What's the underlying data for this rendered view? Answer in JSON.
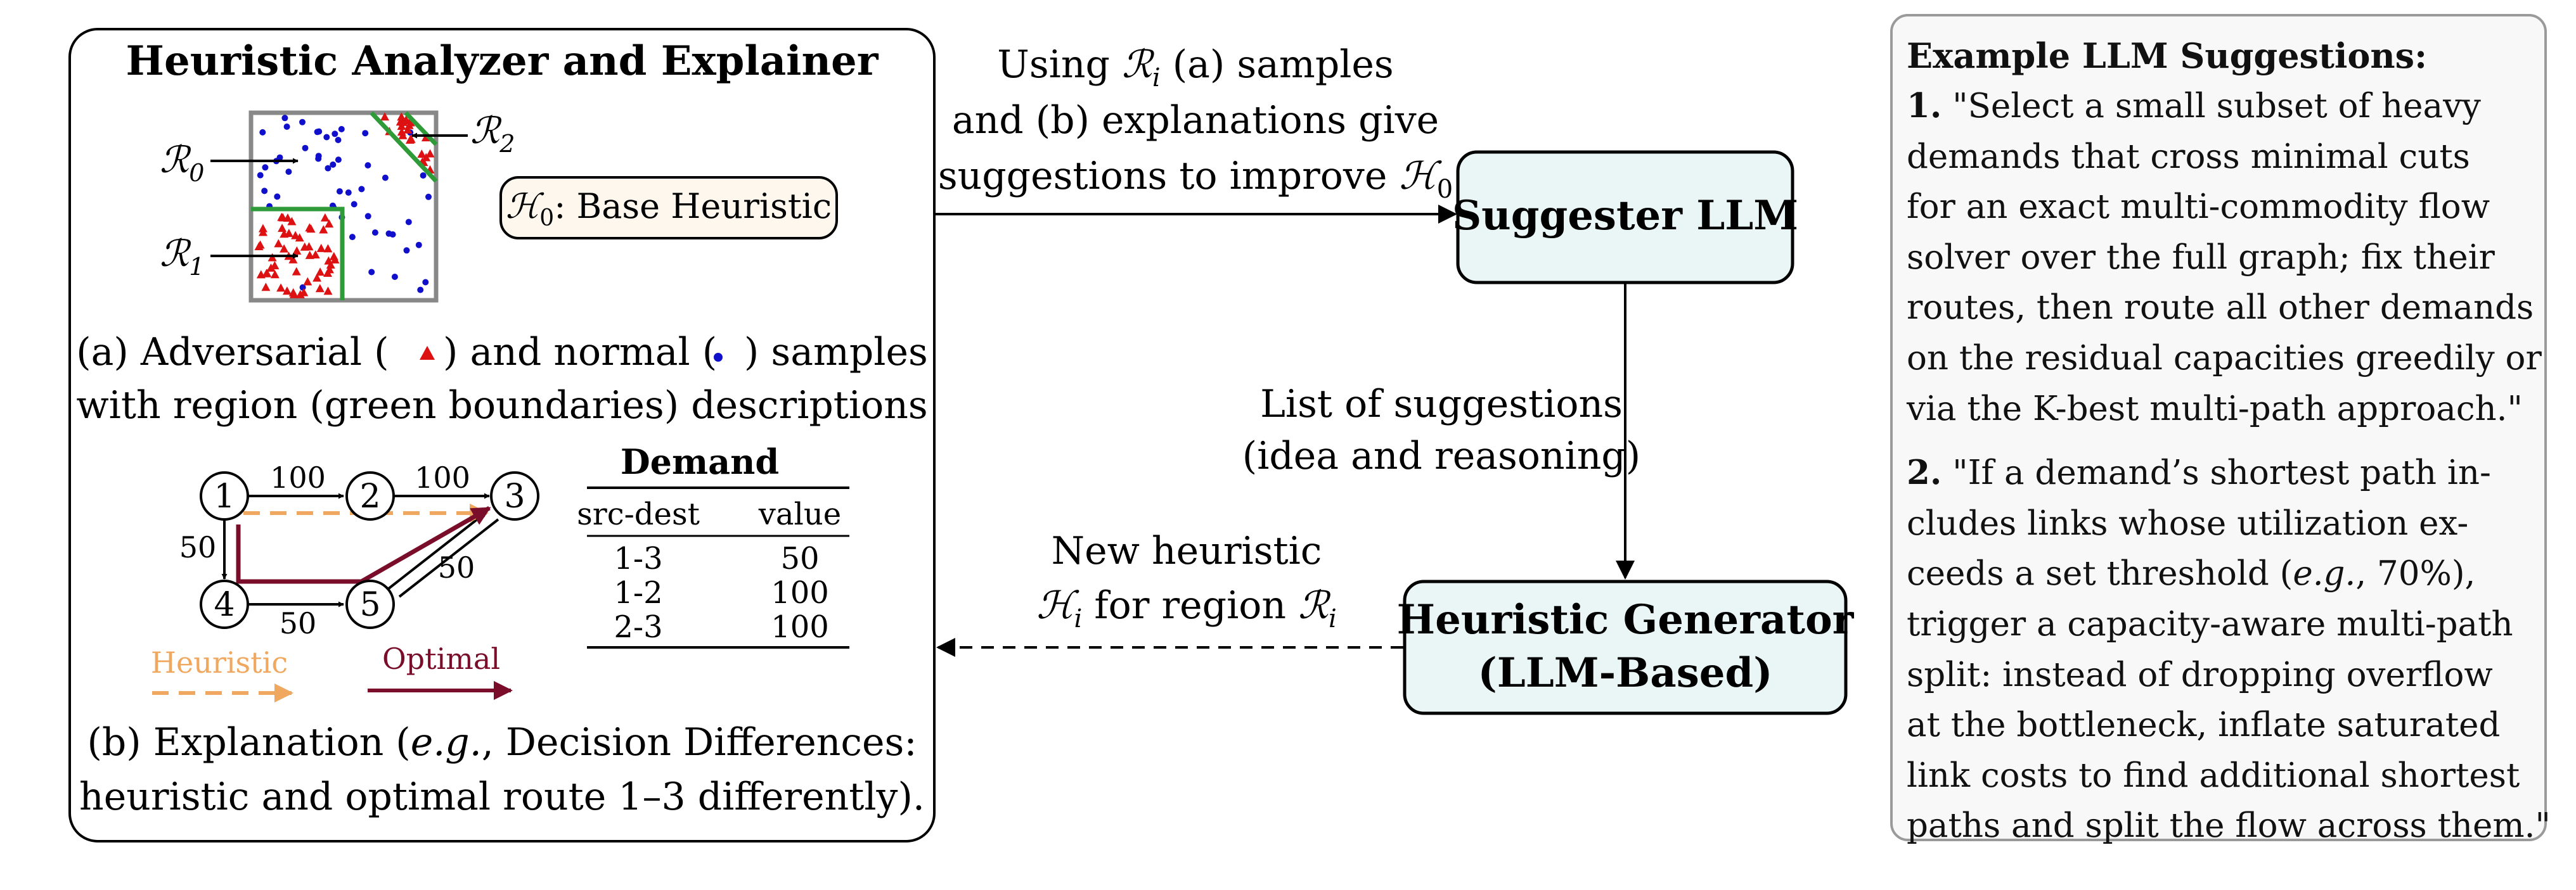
{
  "analyzer": {
    "title": "Heuristic Analyzer and Explainer",
    "r0": "ℛ",
    "r0_sub": "0",
    "r1": "ℛ",
    "r1_sub": "1",
    "r2": "ℛ",
    "r2_sub": "2",
    "base_heuristic": "ℋ",
    "base_heuristic_sub": "0",
    "base_heuristic_text": ": Base Heuristic",
    "caption_a_line1_pre": "(a) Adversarial (",
    "caption_a_line1_mid": ") and normal (",
    "caption_a_line1_post": ") samples",
    "caption_a_line2": "with region (green boundaries) descriptions",
    "graph": {
      "nodes": [
        "1",
        "2",
        "3",
        "4",
        "5"
      ],
      "edge_labels": [
        "100",
        "100",
        "50",
        "50",
        "50"
      ],
      "legend_heuristic": "Heuristic",
      "legend_optimal": "Optimal"
    },
    "demand_table": {
      "title": "Demand",
      "headers": [
        "src-dest",
        "value"
      ],
      "rows": [
        [
          "1-3",
          "50"
        ],
        [
          "1-2",
          "100"
        ],
        [
          "2-3",
          "100"
        ]
      ]
    },
    "caption_b_line1_pre": "(b) Explanation (",
    "caption_b_line1_it": "e.g.",
    "caption_b_line1_post": ", Decision Differences:",
    "caption_b_line2": "heuristic and optimal route 1–3 differently)."
  },
  "arrows": {
    "top_line1_pre": "Using ",
    "top_line1_r": "ℛ",
    "top_line1_sub": "i",
    "top_line1_post": " (a) samples",
    "top_line2": "and (b) explanations give",
    "top_line3_pre": "suggestions to improve ",
    "top_line3_h": "ℋ",
    "top_line3_sub": "0",
    "mid_line1": "List of suggestions",
    "mid_line2": "(idea and reasoning)",
    "bottom_line1": "New heuristic",
    "bottom_line2_h": "ℋ",
    "bottom_line2_sub": "i",
    "bottom_line2_mid": " for region ",
    "bottom_line2_r": "ℛ",
    "bottom_line2_rsub": "i"
  },
  "suggester": {
    "label": "Suggester LLM"
  },
  "generator": {
    "line1": "Heuristic Generator",
    "line2": "(LLM-Based)"
  },
  "examples": {
    "title": "Example LLM Suggestions:",
    "s1_num": "1.",
    "s1_lines": [
      " \"Select a small subset of heavy",
      "demands that cross minimal cuts",
      "for an exact multi-commodity flow",
      "solver over the full graph; fix their",
      "routes, then route all other demands",
      "on the residual capacities greedily or",
      "via the K-best multi-path approach.\""
    ],
    "s2_num": "2.",
    "s2_lines": [
      " \"If a demand’s shortest path in-",
      "cludes links whose utilization ex-",
      "ceeds a set threshold (",
      "trigger a capacity-aware multi-path",
      "split: instead of dropping overflow",
      "at the bottleneck, inflate saturated",
      "link costs to find additional shortest",
      "paths and split the flow across them.\""
    ],
    "s2_eg": "e.g.",
    "s2_pct": ", 70%),"
  },
  "colors": {
    "adversarial": "#dd1111",
    "normal": "#1010cc",
    "region_boundary": "#2e9a38",
    "heuristic_path": "#f0a860",
    "optimal_path": "#7a0e2a",
    "llm_box_fill": "#eaf6f6",
    "base_heuristic_fill": "#fdf7ee"
  }
}
